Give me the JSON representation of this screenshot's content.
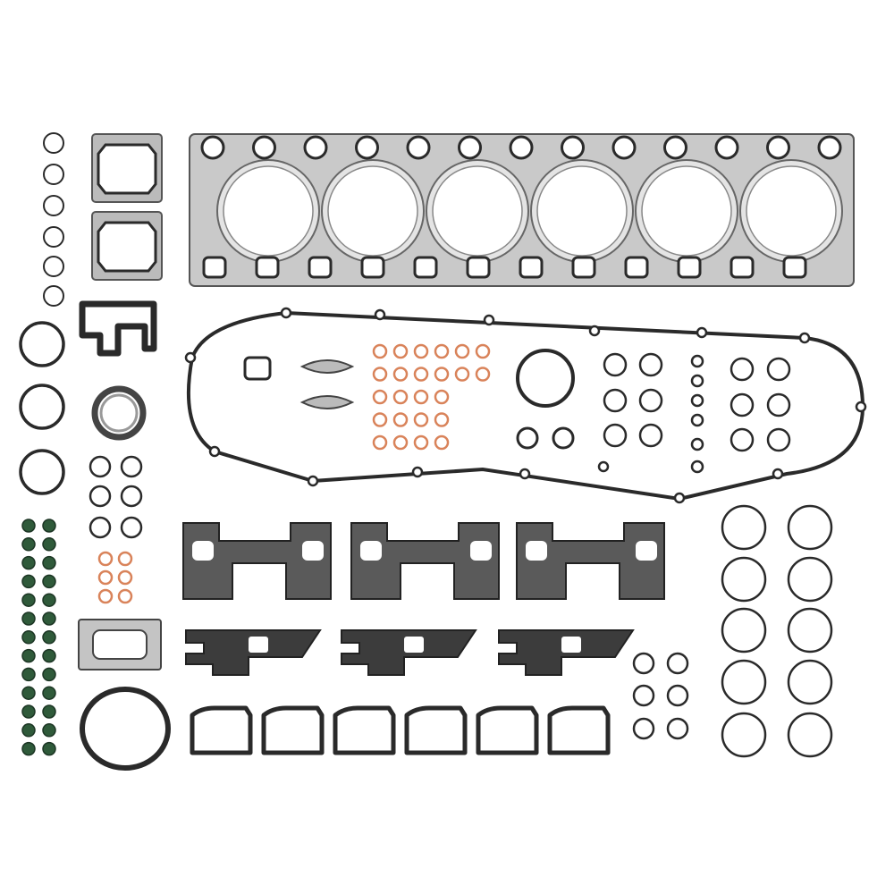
{
  "colors": {
    "background": "#ffffff",
    "gasket_dark": "#2a2a2a",
    "head_gasket_steel": "#c9c9c9",
    "copper_washer": "#d9835a",
    "valve_seal_green": "#2f5a3a"
  },
  "parts": {
    "head_gasket_cylinders": 6,
    "manifold_gaskets": 3,
    "brackets": 3,
    "small_cover_gaskets": 6
  }
}
